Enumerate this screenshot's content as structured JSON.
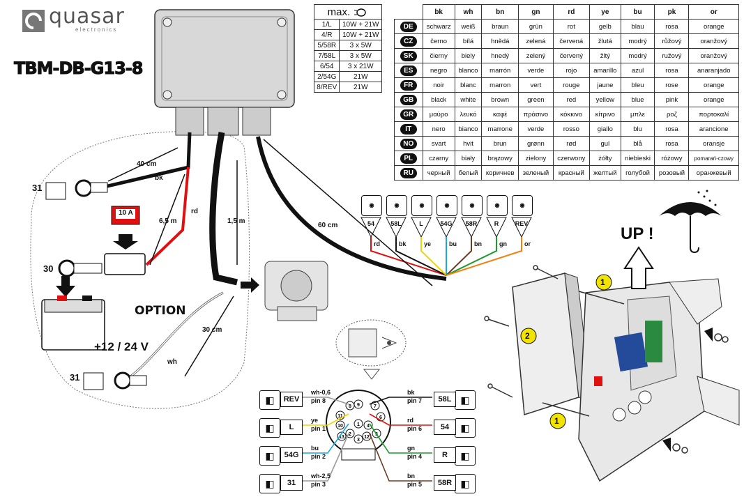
{
  "brand": {
    "name": "quasar",
    "sub": "electronics"
  },
  "model": "TBM-DB-G13-8",
  "power_table": {
    "header": "max.",
    "rows": [
      [
        "1/L",
        "10W + 21W"
      ],
      [
        "4/R",
        "10W + 21W"
      ],
      [
        "5/58R",
        "3 x 5W"
      ],
      [
        "7/58L",
        "3 x 5W"
      ],
      [
        "6/54",
        "3 x 21W"
      ],
      [
        "2/54G",
        "21W"
      ],
      [
        "8/REV",
        "21W"
      ]
    ]
  },
  "color_table": {
    "headers": [
      "bk",
      "wh",
      "bn",
      "gn",
      "rd",
      "ye",
      "bu",
      "pk",
      "or"
    ],
    "rows": [
      {
        "lang": "DE",
        "cells": [
          "schwarz",
          "weiß",
          "braun",
          "grün",
          "rot",
          "gelb",
          "blau",
          "rosa",
          "orange"
        ]
      },
      {
        "lang": "CZ",
        "cells": [
          "černo",
          "bílá",
          "hnědá",
          "zelená",
          "červená",
          "žlutá",
          "modrý",
          "růžový",
          "oranžový"
        ]
      },
      {
        "lang": "SK",
        "cells": [
          "čierny",
          "biely",
          "hnedý",
          "zelený",
          "červený",
          "žltý",
          "modrý",
          "ružový",
          "oranžový"
        ]
      },
      {
        "lang": "ES",
        "cells": [
          "negro",
          "blanco",
          "marrón",
          "verde",
          "rojo",
          "amarillo",
          "azul",
          "rosa",
          "anaranjado"
        ]
      },
      {
        "lang": "FR",
        "cells": [
          "noir",
          "blanc",
          "marron",
          "vert",
          "rouge",
          "jaune",
          "bleu",
          "rose",
          "orange"
        ]
      },
      {
        "lang": "GB",
        "cells": [
          "black",
          "white",
          "brown",
          "green",
          "red",
          "yellow",
          "blue",
          "pink",
          "orange"
        ]
      },
      {
        "lang": "GR",
        "cells": [
          "μαύρο",
          "λευκό",
          "καφέ",
          "πράσινο",
          "κόκκινο",
          "κίτρινο",
          "μπλε",
          "ροζ",
          "πορτοκαλί"
        ]
      },
      {
        "lang": "IT",
        "cells": [
          "nero",
          "bianco",
          "marrone",
          "verde",
          "rosso",
          "giallo",
          "blu",
          "rosa",
          "arancione"
        ]
      },
      {
        "lang": "NO",
        "cells": [
          "svart",
          "hvit",
          "brun",
          "grønn",
          "rød",
          "gul",
          "blå",
          "rosa",
          "oransje"
        ]
      },
      {
        "lang": "PL",
        "cells": [
          "czarny",
          "biały",
          "brązowy",
          "zielony",
          "czerwony",
          "żółty",
          "niebieski",
          "różowy",
          "pomarań-czowy"
        ]
      },
      {
        "lang": "RU",
        "cells": [
          "черный",
          "белый",
          "коричнев",
          "зеленый",
          "красный",
          "желтый",
          "голубой",
          "розовый",
          "оранжевый"
        ]
      }
    ]
  },
  "wiring": {
    "len_40": "40 cm",
    "len_65": "6,5 m",
    "len_15": "1,5 m",
    "len_60": "60 cm",
    "len_30": "30 cm",
    "bk": "bk",
    "rd": "rd",
    "wh": "wh",
    "ground": "31",
    "battery_plus": "30",
    "fuse": "10 A",
    "option": "OPTION",
    "voltage": "+12 / 24 V",
    "up": "UP !",
    "callout_1": "1",
    "callout_2": "2"
  },
  "output_terminals": [
    {
      "label": "54",
      "wire": "rd",
      "color": "#e01010",
      "icon": "stop-icon"
    },
    {
      "label": "58L",
      "wire": "bk",
      "color": "#111111",
      "icon": "parking-left-icon"
    },
    {
      "label": "L",
      "wire": "ye",
      "color": "#f2d200",
      "icon": "left-arrow-icon"
    },
    {
      "label": "54G",
      "wire": "bu",
      "color": "#18a8e0",
      "icon": "fog-lamp-icon"
    },
    {
      "label": "58R",
      "wire": "bn",
      "color": "#6b3b22",
      "icon": "parking-right-icon"
    },
    {
      "label": "R",
      "wire": "gn",
      "color": "#1a9a2a",
      "icon": "right-arrow-icon"
    },
    {
      "label": "REV",
      "wire": "or",
      "color": "#f08010",
      "icon": "reverse-icon"
    }
  ],
  "socket_pins": {
    "left": [
      {
        "func": "REV",
        "wire": "wh-0,6",
        "pin": "pin 8",
        "icon": "reverse-icon"
      },
      {
        "func": "L",
        "wire": "ye",
        "pin": "pin 1",
        "icon": "left-arrow-icon"
      },
      {
        "func": "54G",
        "wire": "bu",
        "pin": "pin 2",
        "icon": "fog-lamp-icon"
      },
      {
        "func": "31",
        "wire": "wh-2,5",
        "pin": "pin 3",
        "icon": "ground-icon"
      }
    ],
    "right": [
      {
        "func": "58L",
        "wire": "bk",
        "pin": "pin 7",
        "icon": "parking-left-icon"
      },
      {
        "func": "54",
        "wire": "rd",
        "pin": "pin 6",
        "icon": "stop-icon"
      },
      {
        "func": "R",
        "wire": "gn",
        "pin": "pin 4",
        "icon": "right-arrow-icon"
      },
      {
        "func": "58R",
        "wire": "bn",
        "pin": "pin 5",
        "icon": "parking-right-icon"
      }
    ],
    "numbers": [
      "1",
      "2",
      "3",
      "4",
      "5",
      "6",
      "7",
      "8",
      "9",
      "10",
      "11",
      "12",
      "13"
    ]
  }
}
